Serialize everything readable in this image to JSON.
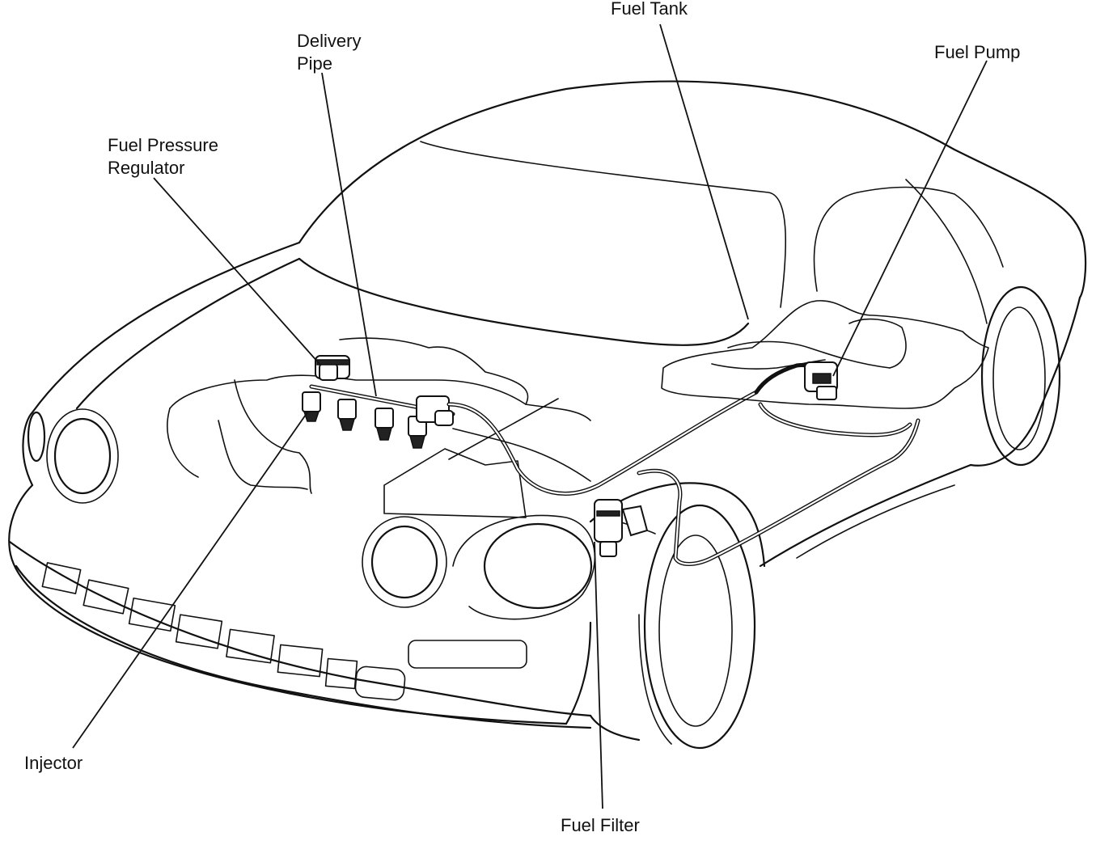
{
  "labels": {
    "fuel_tank": "Fuel Tank",
    "fuel_pump": "Fuel Pump",
    "delivery_pipe_line1": "Delivery",
    "delivery_pipe_line2": "Pipe",
    "fuel_pressure_regulator_line1": "Fuel Pressure",
    "fuel_pressure_regulator_line2": "Regulator",
    "injector": "Injector",
    "fuel_filter": "Fuel Filter"
  }
}
